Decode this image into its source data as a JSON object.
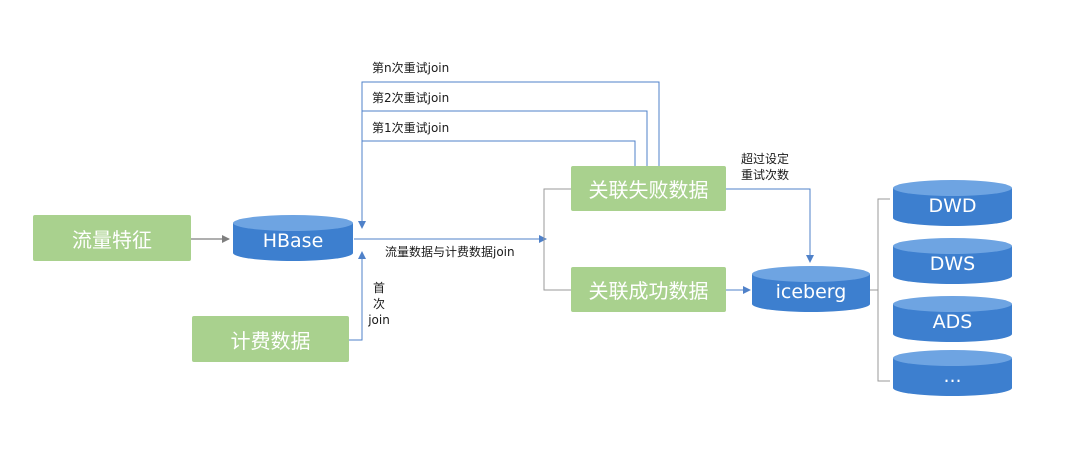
{
  "colors": {
    "box_green": "#a9d18e",
    "cylinder_blue": "#3d7fcf",
    "cylinder_top": "#6ea4e2",
    "arrow_blue": "#4f81c9",
    "line_gray": "#9a9a9a"
  },
  "nodes": {
    "traffic_features": "流量特征",
    "hbase": "HBase",
    "billing_data": "计费数据",
    "join_failed": "关联失败数据",
    "join_success": "关联成功数据",
    "iceberg": "iceberg",
    "dwd": "DWD",
    "dws": "DWS",
    "ads": "ADS",
    "more": "..."
  },
  "edge_labels": {
    "retry_n": "第n次重试join",
    "retry_2": "第2次重试join",
    "retry_1": "第1次重试join",
    "exceed_line1": "超过设定",
    "exceed_line2": "重试次数",
    "traffic_billing_join": "流量数据与计费数据join",
    "first_join": [
      "首",
      "次",
      "join"
    ]
  }
}
